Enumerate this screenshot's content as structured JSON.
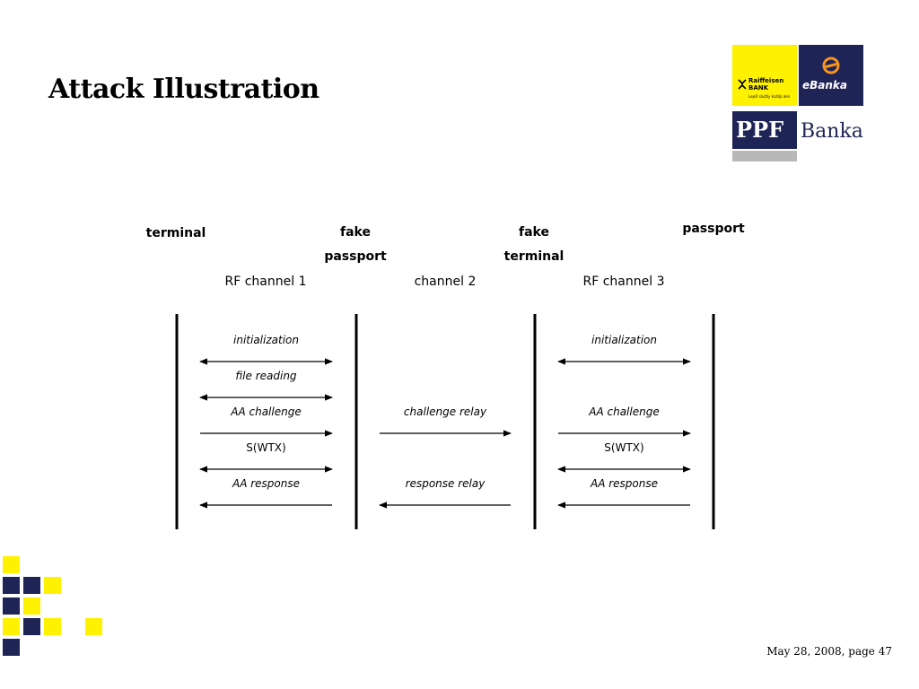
{
  "slide": {
    "title": "Attack Illustration",
    "footer": "May 28, 2008, page 47"
  },
  "logos": {
    "raiffeisen": {
      "name_line1": "Raiffeisen",
      "name_line2": "BANK",
      "tagline": "Lepší služby každý den",
      "color": "#fff200"
    },
    "ebanka": {
      "name": "eBanka",
      "color": "#1f2456"
    },
    "ppf": {
      "name": "PPF",
      "word": "Banka"
    }
  },
  "participants": [
    {
      "line1": "terminal",
      "line2": ""
    },
    {
      "line1": "fake",
      "line2": "passport"
    },
    {
      "line1": "fake",
      "line2": "terminal"
    },
    {
      "line1": "passport",
      "line2": ""
    }
  ],
  "channels": [
    "RF channel 1",
    "channel 2",
    "RF channel 3"
  ],
  "messages": [
    {
      "text": "initialization",
      "italic": true,
      "col": 0,
      "dir": "both"
    },
    {
      "text": "initialization",
      "italic": true,
      "col": 2,
      "dir": "both"
    },
    {
      "text": "file reading",
      "italic": true,
      "col": 0,
      "dir": "both"
    },
    {
      "text": "AA challenge",
      "italic": true,
      "col": 0,
      "dir": "right"
    },
    {
      "text": "challenge relay",
      "italic": true,
      "col": 1,
      "dir": "right"
    },
    {
      "text": "AA challenge",
      "italic": true,
      "col": 2,
      "dir": "right"
    },
    {
      "text": "S(WTX)",
      "italic": false,
      "col": 0,
      "dir": "both"
    },
    {
      "text": "S(WTX)",
      "italic": false,
      "col": 2,
      "dir": "both"
    },
    {
      "text": "AA response",
      "italic": true,
      "col": 0,
      "dir": "left"
    },
    {
      "text": "response relay",
      "italic": true,
      "col": 1,
      "dir": "left"
    },
    {
      "text": "AA response",
      "italic": true,
      "col": 2,
      "dir": "left"
    }
  ],
  "decor": {
    "squares_yellow": "#fff200",
    "squares_navy": "#1f2456"
  }
}
